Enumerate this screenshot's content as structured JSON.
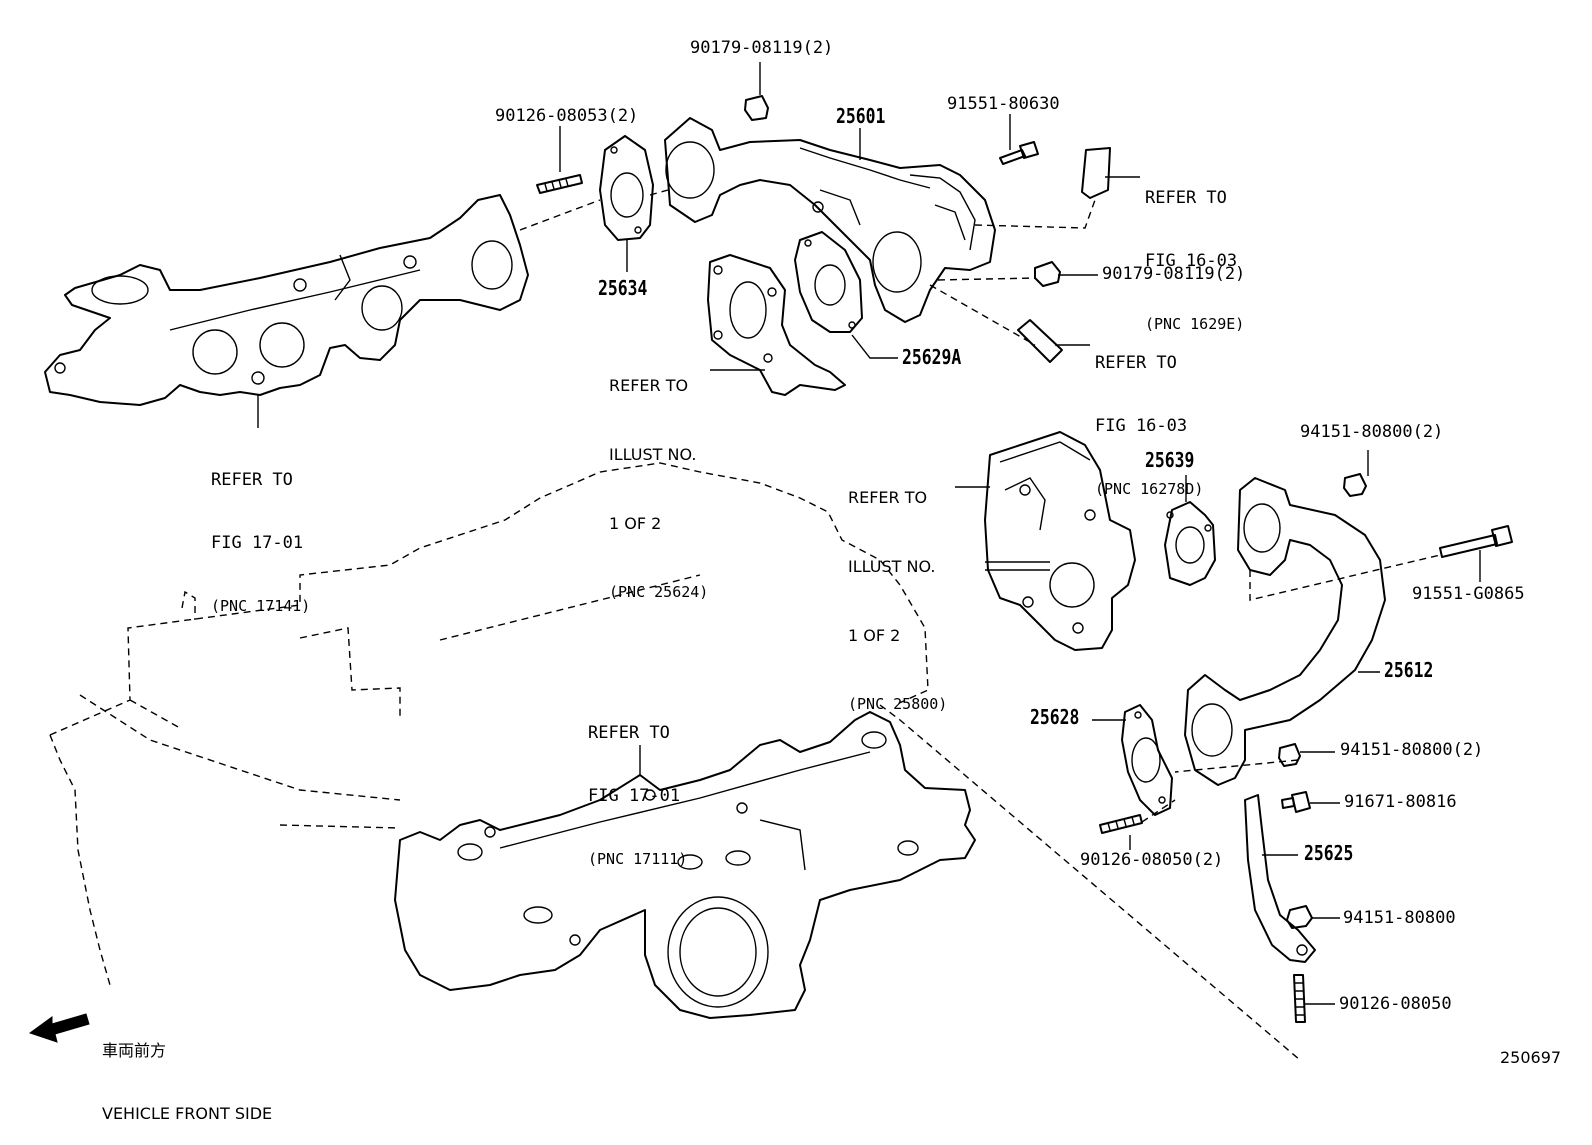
{
  "callouts": {
    "p90179_top": "90179-08119(2)",
    "p90126_top": "90126-08053(2)",
    "p25601": "25601",
    "p91551_80630": "91551-80630",
    "p25634": "25634",
    "p90179_right": "90179-08119(2)",
    "p25629A": "25629A",
    "p25639": "25639",
    "p94151_top": "94151-80800(2)",
    "p91551_G0865": "91551-G0865",
    "p25612": "25612",
    "p25628": "25628",
    "p94151_mid": "94151-80800(2)",
    "p91671": "91671-80816",
    "p90126_bottom2": "90126-08050(2)",
    "p25625": "25625",
    "p94151_low": "94151-80800",
    "p90126_bottom": "90126-08050"
  },
  "references": {
    "fig1603_a": {
      "line1": "REFER TO",
      "line2": "FIG 16-03",
      "pnc": "(PNC 1629E)"
    },
    "fig1603_b": {
      "line1": "REFER TO",
      "line2": "FIG 16-03",
      "pnc": "(PNC 16278D)"
    },
    "illust_25624": {
      "line1": "REFER TO",
      "line2": "ILLUST NO.",
      "line3": "1 OF 2",
      "pnc": "(PNC 25624)"
    },
    "fig1701_a": {
      "line1": "REFER TO",
      "line2": "FIG 17-01",
      "pnc": "(PNC 17141)"
    },
    "illust_25800": {
      "line1": "REFER TO",
      "line2": "ILLUST NO.",
      "line3": "1 OF 2",
      "pnc": "(PNC 25800)"
    },
    "fig1701_b": {
      "line1": "REFER TO",
      "line2": "FIG 17-01",
      "pnc": "(PNC 17111)"
    }
  },
  "front_note": {
    "japanese": "車両前方",
    "english": "VEHICLE FRONT SIDE",
    "arrow_icon": "left-arrow-icon"
  },
  "diagram_code": "250697"
}
